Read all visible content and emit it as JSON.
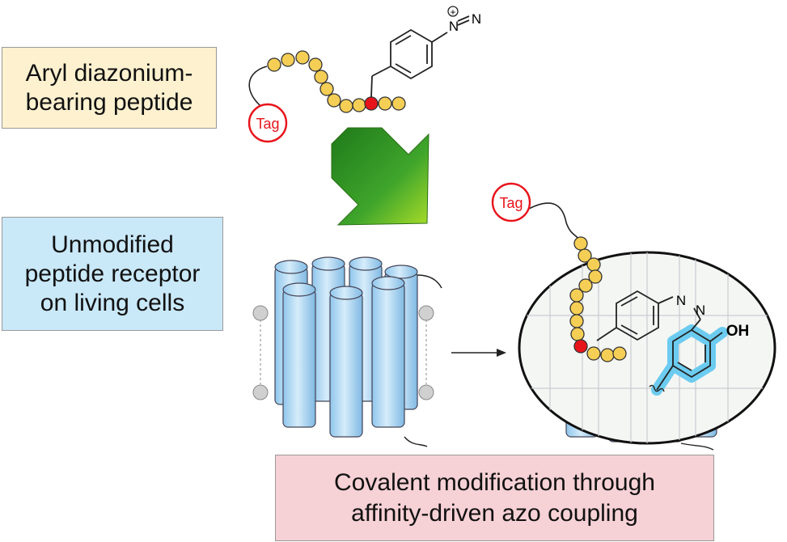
{
  "labels": {
    "aryl_line1": "Aryl diazonium-",
    "aryl_line2": "bearing peptide",
    "receptor_line1": "Unmodified",
    "receptor_line2": "peptide receptor",
    "receptor_line3": "on living cells",
    "covalent_line1": "Covalent modification through",
    "covalent_line2": "affinity-driven azo coupling"
  },
  "peptide": {
    "tag": "Tag",
    "n_atom1": "N",
    "n_atom2": "N",
    "charge": "+"
  },
  "product": {
    "tag": "Tag",
    "n_atom1": "N",
    "n_atom2": "N",
    "oh": "OH"
  },
  "colors": {
    "bead": "#f5cf55",
    "bead_stroke": "#333333",
    "reactive_bead": "#e8141b",
    "tag_red": "#e8141b",
    "cylinder": "#a9d5f2",
    "highlight_cyan": "#6ccbf0",
    "arrow_green": "#3e9d1f"
  },
  "icons": [
    "green-down-arrow",
    "reaction-arrow",
    "gpcr-receptor",
    "membrane-lipid"
  ]
}
